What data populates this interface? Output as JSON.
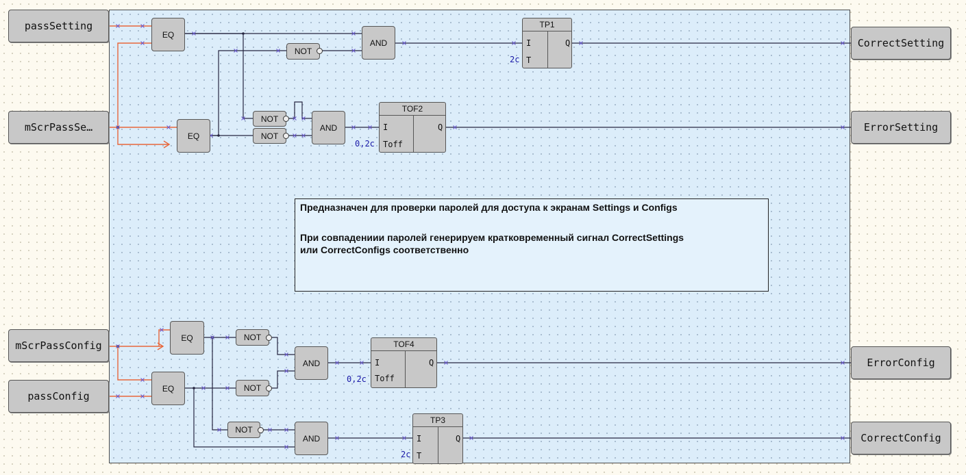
{
  "inputs": {
    "pass_setting": "passSetting",
    "mscr_pass_setting": "mScrPassSe…",
    "mscr_pass_config": "mScrPassConfig",
    "pass_config": "passConfig"
  },
  "outputs": {
    "correct_setting": "CorrectSetting",
    "error_setting": "ErrorSetting",
    "error_config": "ErrorConfig",
    "correct_config": "CorrectConfig"
  },
  "blocks": {
    "eq": "EQ",
    "not": "NOT",
    "and": "AND"
  },
  "timers": {
    "tp1": {
      "name": "TP1",
      "in": "I",
      "t": "T",
      "out": "Q",
      "param": "2с"
    },
    "tof2": {
      "name": "TOF2",
      "in": "I",
      "t": "Toff",
      "out": "Q",
      "param": "0,2с"
    },
    "tof4": {
      "name": "TOF4",
      "in": "I",
      "t": "Toff",
      "out": "Q",
      "param": "0,2с"
    },
    "tp3": {
      "name": "TP3",
      "in": "I",
      "t": "T",
      "out": "Q",
      "param": "2с"
    }
  },
  "note": {
    "line1": "Предназначен для проверки паролей для доступа  к экранам  Settings  и Configs",
    "line2": "При совпадениии паролей  генерируем   кратковременный   сигнал CorrectSettings",
    "line3": "или CorrectConfigs  соответственно"
  },
  "colors": {
    "canvas_bg": "#dcedfa",
    "block_fill": "#c8c8c8",
    "wire": "#262640",
    "input_wire": "#e8663a",
    "param_text": "#1a1aa8"
  }
}
